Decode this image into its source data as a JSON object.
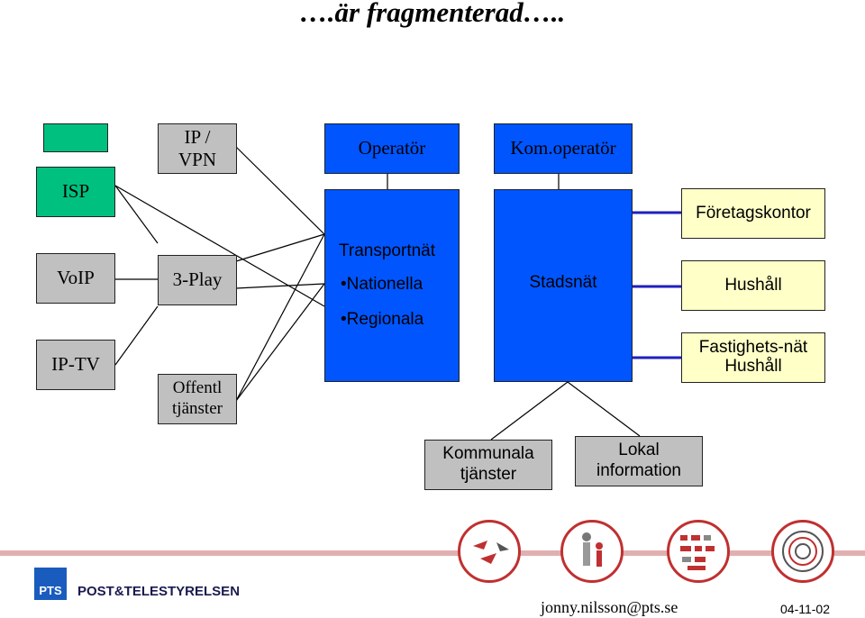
{
  "title": "….är fragmenterad…..",
  "boxes": {
    "isp": "ISP",
    "voip": "VoIP",
    "iptv": "IP-TV",
    "ipvpn": "IP /\nVPN",
    "threeplay": "3-Play",
    "offentl": "Offentl\ntjänster",
    "operator": "Operatör",
    "komoperator": "Kom.operatör",
    "foretagskontor": "Företagskontor",
    "hushall": "Hushåll",
    "fastighetsnat": "Fastighets-nät\nHushåll",
    "kommunala": "Kommunala\ntjänster",
    "lokal": "Lokal\ninformation"
  },
  "transport": {
    "heading": "Transportnät",
    "items": [
      "•Nationella",
      "•Regionala"
    ]
  },
  "stadsnat": "Stadsnät",
  "footer": {
    "logo_text": "PTS",
    "brand": "POST&TELESTYRELSEN",
    "email": "jonny.nilsson@pts.se",
    "date": "04-11-02"
  },
  "colors": {
    "blue": "#0055ff",
    "green": "#00c080",
    "gray": "#c0c0c0",
    "yellow": "#ffffc8",
    "connector": "#2020c0"
  }
}
